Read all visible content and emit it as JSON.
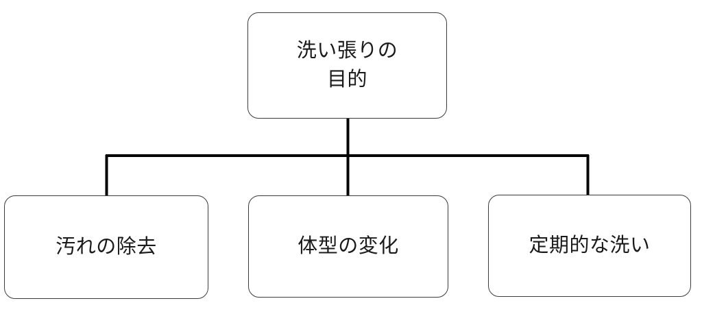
{
  "diagram": {
    "type": "tree",
    "orientation": "top-down",
    "background_color": "#ffffff",
    "node_border_color": "#3a3a3a",
    "node_fill_color": "#ffffff",
    "connector_color": "#000000",
    "text_color": "#1a1a1a",
    "root": {
      "id": "root",
      "label": "洗い張りの\n目的",
      "line_1": "洗い張りの",
      "line_2": "目的"
    },
    "children": [
      {
        "id": "child-1",
        "label": "汚れの除去"
      },
      {
        "id": "child-2",
        "label": "体型の変化"
      },
      {
        "id": "child-3",
        "label": "定期的な洗い"
      }
    ],
    "connectors": [
      {
        "id": "root-stem",
        "from": "root",
        "to": "bus"
      },
      {
        "id": "bus",
        "label": "horizontal-bus"
      },
      {
        "id": "bus-to-child-1",
        "from": "bus",
        "to": "child-1"
      },
      {
        "id": "bus-to-child-2",
        "from": "bus",
        "to": "child-2"
      },
      {
        "id": "bus-to-child-3",
        "from": "bus",
        "to": "child-3"
      }
    ]
  }
}
